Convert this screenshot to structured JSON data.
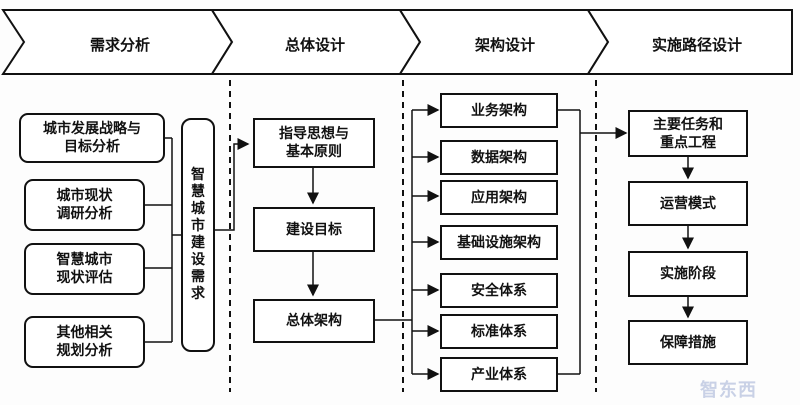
{
  "stages": [
    "需求分析",
    "总体设计",
    "架构设计",
    "实施路径设计"
  ],
  "needs_inputs": [
    "城市发展战略与\n目标分析",
    "城市现状\n调研分析",
    "智慧城市\n现状评估",
    "其他相关\n规划分析"
  ],
  "needs_output": "智慧城市建设需求",
  "overall_design": [
    "指导思想与\n基本原则",
    "建设目标",
    "总体架构"
  ],
  "architectures": [
    "业务架构",
    "数据架构",
    "应用架构",
    "基础设施架构",
    "安全体系",
    "标准体系",
    "产业体系"
  ],
  "implementation": [
    "主要任务和\n重点工程",
    "运营模式",
    "实施阶段",
    "保障措施"
  ],
  "watermark": "智东西"
}
